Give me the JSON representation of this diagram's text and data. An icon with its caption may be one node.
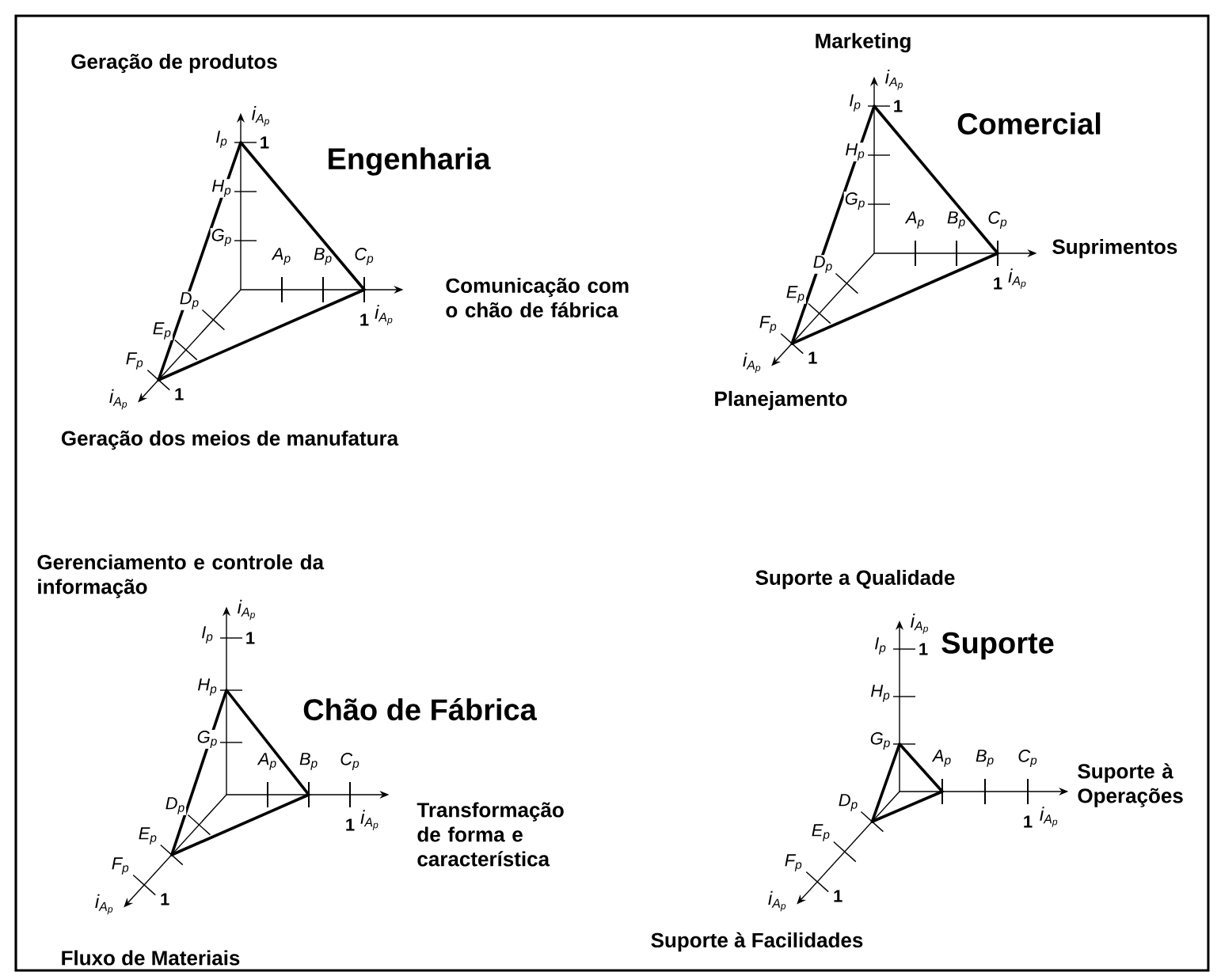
{
  "diagram": {
    "labels": [
      "Geração de produtos",
      "Engenharia",
      "i_{A_p}",
      "I_p",
      "1",
      "H_p",
      "G_p",
      "A_p",
      "B_p",
      "C_p",
      "Comunicação com o chão de fábrica",
      "i_{A_p}",
      "D_p",
      "1",
      "E_p",
      "F_p",
      "i_{A_p}",
      "1",
      "Geração dos meios de manufatura",
      "Marketing",
      "Comercial",
      "i_{A_p}",
      "I_p",
      "1",
      "H_p",
      "G_p",
      "A_p",
      "B_p",
      "C_p",
      "Suprimentos",
      "i_{A_p}",
      "D_p",
      "1",
      "E_p",
      "F_p",
      "i_{A_p}",
      "1",
      "Planejamento",
      "Gerenciamento e controle da informação",
      "Chão de Fábrica",
      "i_{A_p}",
      "I_p",
      "1",
      "H_p",
      "G_p",
      "A_p",
      "B_p",
      "C_p",
      "Transformação de forma e característica",
      "i_{A_p}",
      "D_p",
      "1",
      "E_p",
      "F_p",
      "i_{A_p}",
      "1",
      "Fluxo de Materiais",
      "Suporte a Qualidade",
      "Suporte",
      "i_{A_p}",
      "I_p",
      "1",
      "H_p",
      "G_p",
      "A_p",
      "B_p",
      "C_p",
      "Suporte à Operações",
      "i_{A_p}",
      "D_p",
      "1",
      "E_p",
      "F_p",
      "i_{A_p}",
      "1",
      "Suporte à Facilidades"
    ]
  }
}
